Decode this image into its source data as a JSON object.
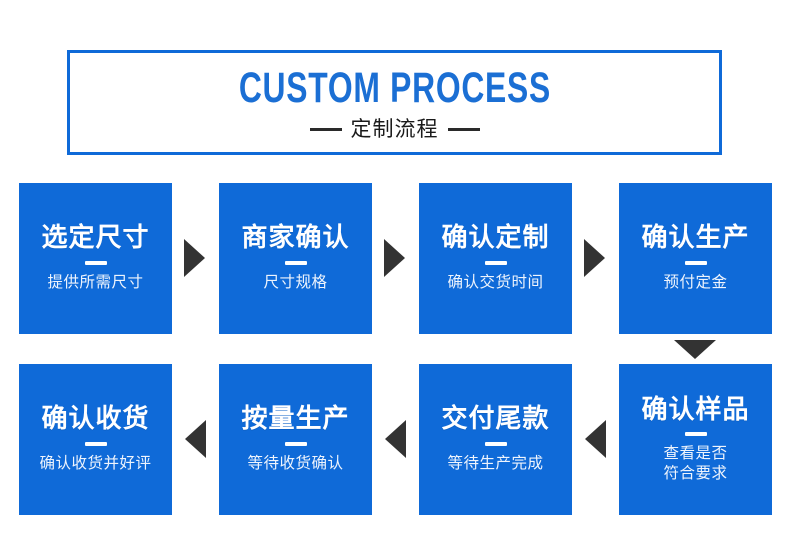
{
  "header": {
    "title_en": "CUSTOM PROCESS",
    "subtitle_cn": "定制流程",
    "border_color": "#0F6AD8",
    "title_color": "#1B6FD4"
  },
  "theme": {
    "box_blue": "#0F6AD8",
    "arrow_dark": "#333333",
    "box_text": "#FFFFFF",
    "box_subtext": "#EEF4FD"
  },
  "flow": {
    "steps": [
      {
        "id": 1,
        "title": "选定尺寸",
        "subtitle": "提供所需尺寸"
      },
      {
        "id": 2,
        "title": "商家确认",
        "subtitle": "尺寸规格"
      },
      {
        "id": 3,
        "title": "确认定制",
        "subtitle": "确认交货时间"
      },
      {
        "id": 4,
        "title": "确认生产",
        "subtitle": "预付定金"
      },
      {
        "id": 5,
        "title": "确认样品",
        "subtitle": "查看是否\n符合要求"
      },
      {
        "id": 6,
        "title": "交付尾款",
        "subtitle": "等待生产完成"
      },
      {
        "id": 7,
        "title": "按量生产",
        "subtitle": "等待收货确认"
      },
      {
        "id": 8,
        "title": "确认收货",
        "subtitle": "确认收货并好评"
      }
    ],
    "arrows": [
      {
        "name": "arrow-step1-to-step2",
        "direction": "right"
      },
      {
        "name": "arrow-step2-to-step3",
        "direction": "right"
      },
      {
        "name": "arrow-step3-to-step4",
        "direction": "right"
      },
      {
        "name": "arrow-step4-to-step5",
        "direction": "down"
      },
      {
        "name": "arrow-step5-to-step6",
        "direction": "left"
      },
      {
        "name": "arrow-step6-to-step7",
        "direction": "left"
      },
      {
        "name": "arrow-step7-to-step8",
        "direction": "left"
      }
    ]
  }
}
